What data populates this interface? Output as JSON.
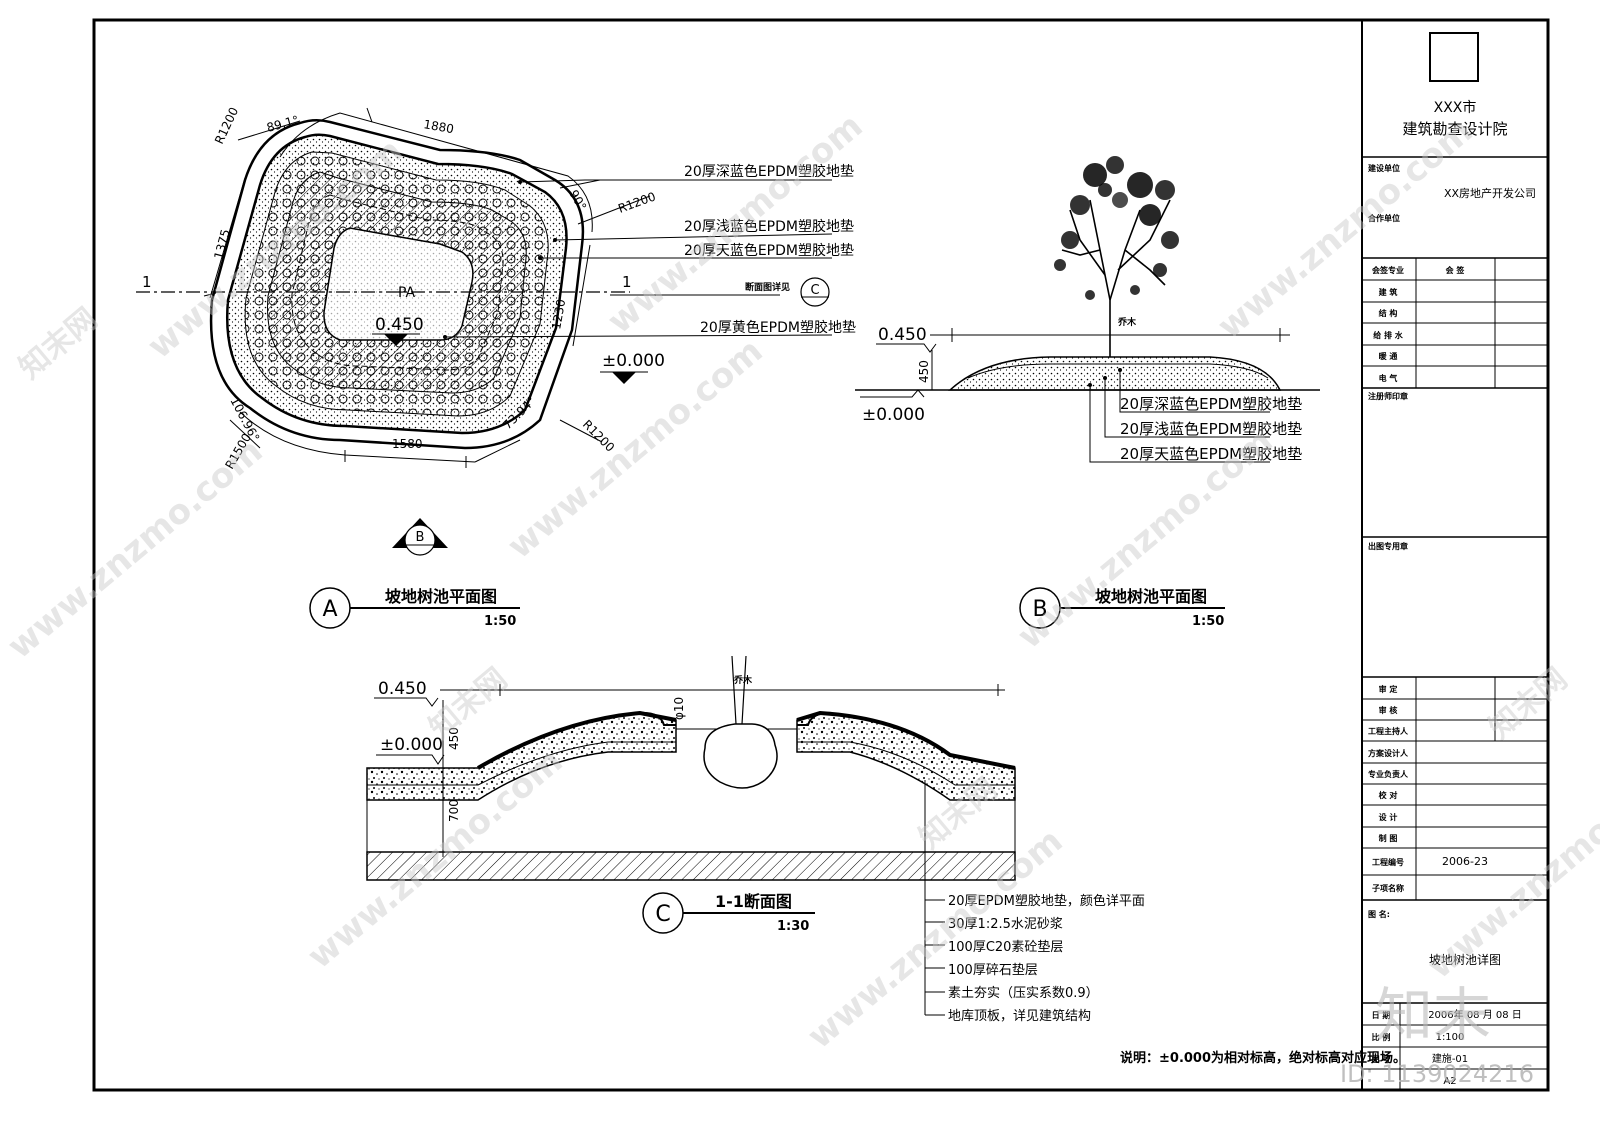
{
  "title_block": {
    "city": "XXX市",
    "institute": "建筑勘查设计院",
    "client_label": "建设单位",
    "client_value": "XX房地产开发公司",
    "partner_label": "合作单位",
    "countersign_header_1": "会签专业",
    "countersign_header_2": "会    签",
    "disciplines": [
      "建    筑",
      "结    构",
      "给 排 水",
      "暖    通",
      "电    气"
    ],
    "seal_registered": "注册师印章",
    "seal_drawing": "出图专用章",
    "roles": [
      "审    定",
      "审    核",
      "工程主持人",
      "方案设计人",
      "专业负责人",
      "校    对",
      "设    计",
      "制    图"
    ],
    "project_no_label": "工程编号",
    "project_no_value": "2006-23",
    "subproject_label": "子项名称",
    "drawing_name_label": "图    名:",
    "drawing_name_value": "坡地树池详图",
    "date_label": "日    期",
    "date_value": "2006年 08 月 08 日",
    "scale_label": "比    例",
    "scale_value": "1:100",
    "sheet_label": "图    号",
    "sheet_value": "建施-01",
    "format_value": "A2"
  },
  "plan_a": {
    "dims": {
      "r_top_left": "R1200",
      "angle_top_left": "89.1°",
      "top": "1880",
      "angle_top_right": "90°",
      "r_top_right": "R1200",
      "left": "1375",
      "right": "1230",
      "angle_bottom_left": "106.96°",
      "r_bottom_left": "R1500",
      "bottom": "1580",
      "angle_bottom_right": "73.94°",
      "r_bottom_right": "R1200"
    },
    "section_mark": "1",
    "center_label": "PA",
    "elev_top": "0.450",
    "elev_base": "±0.000",
    "callouts": [
      "20厚深蓝色EPDM塑胶地垫",
      "20厚浅蓝色EPDM塑胶地垫",
      "20厚天蓝色EPDM塑胶地垫",
      "断面图详见",
      "20厚黄色EPDM塑胶地垫"
    ],
    "ref_symbol": "C",
    "ref_plan_symbol": "B"
  },
  "elevation_b": {
    "elev_top": "0.450",
    "elev_base": "±0.000",
    "height": "450",
    "tree_label": "乔木",
    "callouts": [
      "20厚深蓝色EPDM塑胶地垫",
      "20厚浅蓝色EPDM塑胶地垫",
      "20厚天蓝色EPDM塑胶地垫"
    ]
  },
  "section_c": {
    "elev_top": "0.450",
    "elev_base": "±0.000",
    "height_top": "450",
    "height_bottom": "700",
    "tree_label": "乔木",
    "pipe_label": "φ10",
    "layers": [
      "20厚EPDM塑胶地垫，颜色详平面",
      "30厚1:2.5水泥砂浆",
      "100厚C20素砼垫层",
      "100厚碎石垫层",
      "素土夯实（压实系数0.9）",
      "地库顶板，详见建筑结构"
    ]
  },
  "titles": [
    {
      "letter": "A",
      "name": "坡地树池平面图",
      "scale": "1:50"
    },
    {
      "letter": "B",
      "name": "坡地树池平面图",
      "scale": "1:50"
    },
    {
      "letter": "C",
      "name": "1-1断面图",
      "scale": "1:30"
    }
  ],
  "note": "说明：±0.000为相对标高，绝对标高对应现场。",
  "watermark": {
    "url": "www.znzmo.com",
    "brand": "知末网",
    "logo": "知末",
    "id": "ID: 1139024216"
  }
}
